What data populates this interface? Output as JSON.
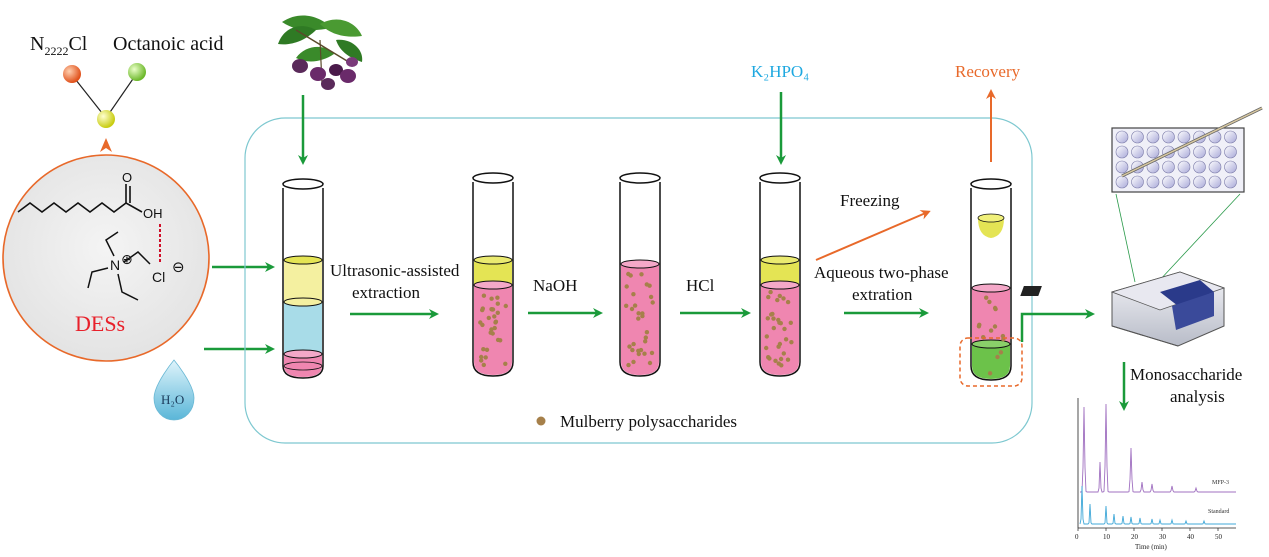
{
  "reagents": {
    "n2222cl_prefix": "N",
    "n2222cl_sub": "2222",
    "n2222cl_suffix": "Cl",
    "octanoic_acid": "Octanoic acid",
    "oh": "OH",
    "cl_ion": "Cl",
    "minus": "⊖",
    "plus": "⊕",
    "n_atom": "N",
    "o_atom": "O",
    "des": "DESs",
    "water": "H₂O",
    "k2hpo4": "K₂HPO₄"
  },
  "steps": {
    "ultrasonic_line1": "Ultrasonic-assisted",
    "ultrasonic_line2": "extraction",
    "naoh": "NaOH",
    "hcl": "HCl",
    "freezing": "Freezing",
    "atps_line1": "Aqueous two-phase",
    "atps_line2": "extration",
    "recovery": "Recovery",
    "mono_line1": "Monosaccharide",
    "mono_line2": "analysis"
  },
  "legend": {
    "polysaccharides": "Mulberry polysaccharides"
  },
  "chromatogram": {
    "sample_label": "MFP-3",
    "standard_label": "Standard",
    "x_ticks": [
      "0",
      "10",
      "20",
      "30",
      "40",
      "50"
    ],
    "x_label": "Time (min)"
  },
  "colors": {
    "green_arrow": "#1a9a3a",
    "orange_arrow": "#e8692a",
    "des_red": "#e8202a",
    "k2hpo4_blue": "#1ea8e0",
    "recovery_orange": "#e8692a",
    "panel_border": "#7ec8d0",
    "pink": "#ef86b0",
    "yellow": "#e4e454",
    "light_blue": "#a8dce8",
    "dot": "#a6804a",
    "green_phase": "#6cc24a"
  }
}
